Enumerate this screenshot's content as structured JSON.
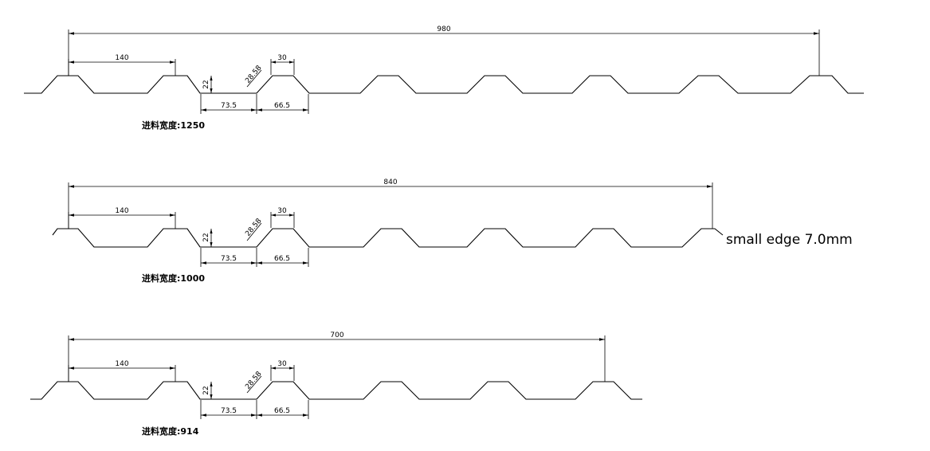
{
  "profiles": [
    {
      "overall_width": "980",
      "pitch": "140",
      "rib_height": "22",
      "slope": "28.58",
      "crest": "30",
      "valley": "73.5",
      "rib_base": "66.5",
      "feed_width_label": "进料宽度:1250"
    },
    {
      "overall_width": "840",
      "pitch": "140",
      "rib_height": "22",
      "slope": "28.58",
      "crest": "30",
      "valley": "73.5",
      "rib_base": "66.5",
      "feed_width_label": "进料宽度:1000",
      "note": "small edge 7.0mm"
    },
    {
      "overall_width": "700",
      "pitch": "140",
      "rib_height": "22",
      "slope": "28.58",
      "crest": "30",
      "valley": "73.5",
      "rib_base": "66.5",
      "feed_width_label": "进料宽度:914"
    }
  ]
}
